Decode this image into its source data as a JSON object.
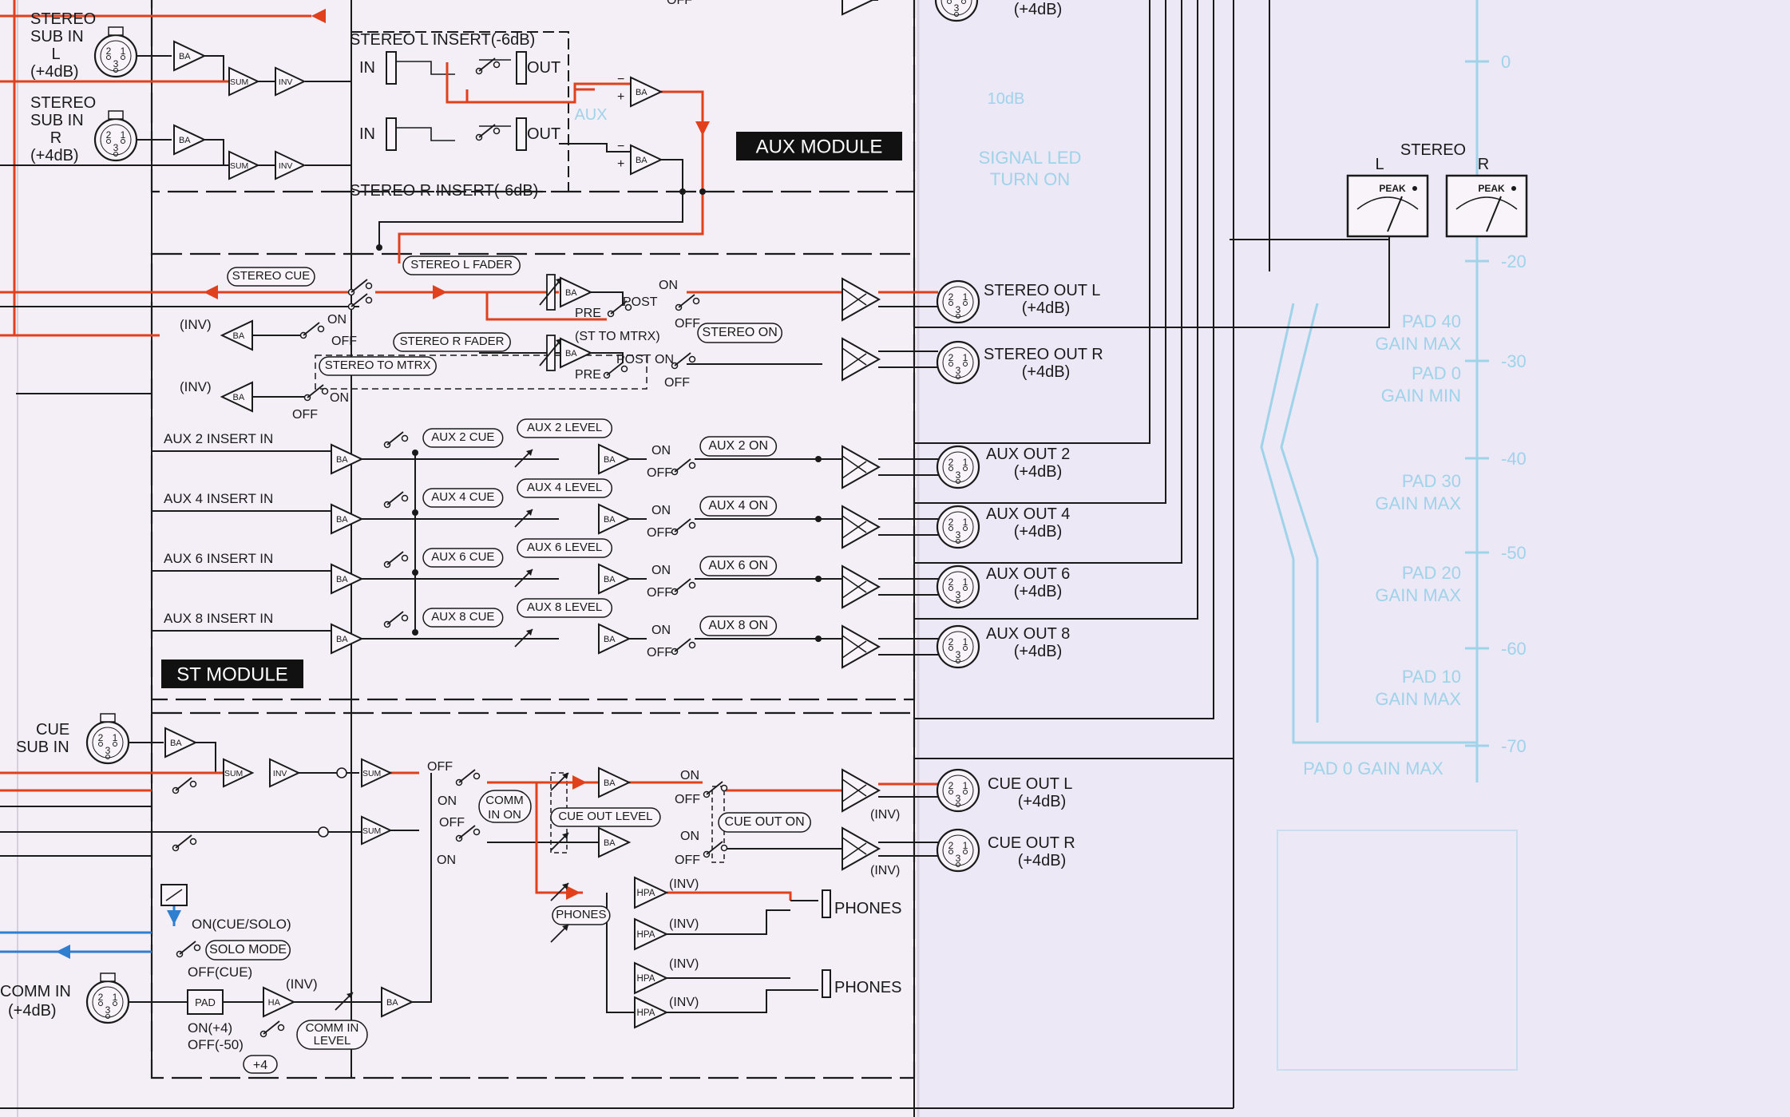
{
  "colors": {
    "paper": "#f4eef6",
    "paper_right": "#ece8f5",
    "ink": "#1a1a1a",
    "signal_red": "#e0401c",
    "signal_blue": "#2f7fd0",
    "watermark_blue": "#9fd3ea",
    "module_label_bg": "#111111",
    "module_label_fg": "#ffffff"
  },
  "modules": {
    "aux": "AUX MODULE",
    "st": "ST MODULE"
  },
  "inputs": {
    "stereo_sub_l": [
      "STEREO",
      "SUB IN",
      "L",
      "(+4dB)"
    ],
    "stereo_sub_r": [
      "STEREO",
      "SUB IN",
      "R",
      "(+4dB)"
    ],
    "cue_sub": [
      "CUE",
      "SUB IN"
    ],
    "comm_in": [
      "COMM IN",
      "(+4dB)"
    ]
  },
  "inserts": {
    "stereo_l": "STEREO L INSERT(-6dB)",
    "stereo_r": "STEREO R INSERT(-6dB)",
    "in": "IN",
    "out": "OUT"
  },
  "blocks": {
    "ba": "BA",
    "sum": "SUM",
    "inv": "INV",
    "ha": "HA",
    "hpa": "HPA",
    "pad": "PAD"
  },
  "labels": {
    "stereo_cue": "STEREO CUE",
    "stereo_l_fader": "STEREO L FADER",
    "stereo_r_fader": "STEREO R FADER",
    "stereo_to_mtrx": "STEREO TO MTRX",
    "st_to_mtrx": "(ST TO MTRX)",
    "stereo_on": "STEREO ON",
    "inv_paren": "(INV)",
    "on": "ON",
    "off": "OFF",
    "post": "POST",
    "pre": "PRE",
    "comm_in_on": [
      "COMM",
      "IN ON"
    ],
    "cue_out_level": "CUE OUT LEVEL",
    "cue_out_on": "CUE OUT ON",
    "phones_sw": "PHONES",
    "phones_out": "PHONES",
    "on_cue_solo": "ON(CUE/SOLO)",
    "solo_mode": "SOLO MODE",
    "off_cue": "OFF(CUE)",
    "on_plus4": "ON(+4)",
    "off_minus50": "OFF(-50)",
    "plus4": "+4",
    "comm_in_level": [
      "COMM IN",
      "LEVEL"
    ],
    "top_fragment": "(+4dB)",
    "top_off_fragment": "OFF"
  },
  "aux_rows": [
    {
      "insert": "AUX 2 INSERT IN",
      "cue": "AUX 2 CUE",
      "level": "AUX 2 LEVEL",
      "on": "AUX 2 ON",
      "out": [
        "AUX OUT 2",
        "(+4dB)"
      ]
    },
    {
      "insert": "AUX 4 INSERT IN",
      "cue": "AUX 4 CUE",
      "level": "AUX 4 LEVEL",
      "on": "AUX 4 ON",
      "out": [
        "AUX OUT 4",
        "(+4dB)"
      ]
    },
    {
      "insert": "AUX 6 INSERT IN",
      "cue": "AUX 6 CUE",
      "level": "AUX 6 LEVEL",
      "on": "AUX 6 ON",
      "out": [
        "AUX OUT 6",
        "(+4dB)"
      ]
    },
    {
      "insert": "AUX 8 INSERT IN",
      "cue": "AUX 8 CUE",
      "level": "AUX 8 LEVEL",
      "on": "AUX 8 ON",
      "out": [
        "AUX OUT 8",
        "(+4dB)"
      ]
    }
  ],
  "outputs": {
    "stereo_l": [
      "STEREO OUT L",
      "(+4dB)"
    ],
    "stereo_r": [
      "STEREO OUT R",
      "(+4dB)"
    ],
    "cue_l": [
      "CUE OUT L",
      "(+4dB)"
    ],
    "cue_r": [
      "CUE OUT R",
      "(+4dB)"
    ]
  },
  "meters": {
    "title": "STEREO",
    "left": "L",
    "right": "R",
    "peak": "PEAK"
  },
  "xlr_pins": [
    "1",
    "2",
    "3"
  ],
  "watermark": {
    "signal_led": "SIGNAL LED",
    "turn_on": "TURN ON",
    "ticks": [
      "0",
      "-20",
      "-30",
      "-40",
      "-50",
      "-60",
      "-70"
    ],
    "pads": [
      [
        "PAD 40",
        "GAIN MAX"
      ],
      [
        "PAD 0",
        "GAIN MIN"
      ],
      [
        "PAD 30",
        "GAIN MAX"
      ],
      [
        "PAD 20",
        "GAIN MAX"
      ],
      [
        "PAD 10",
        "GAIN MAX"
      ]
    ],
    "bottom": "PAD 0 GAIN MAX",
    "dB": "10dB",
    "aux": "AUX"
  }
}
